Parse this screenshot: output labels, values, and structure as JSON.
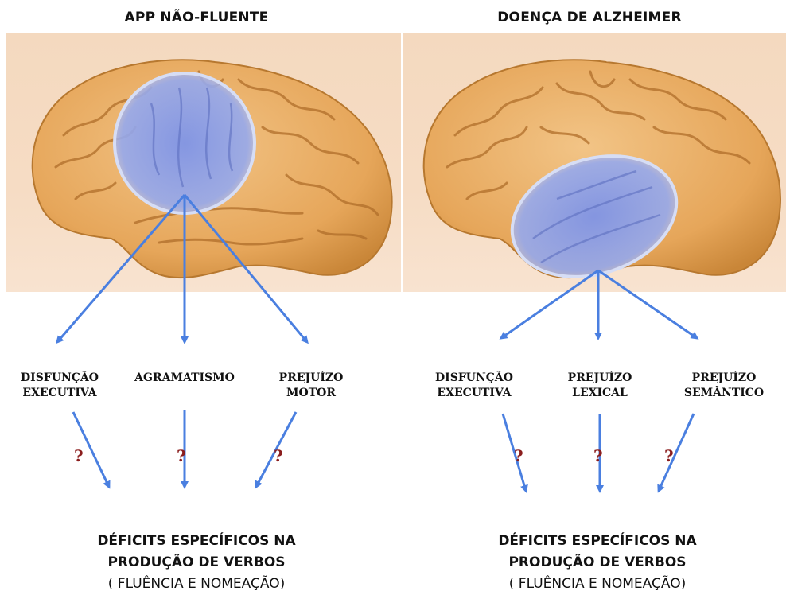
{
  "left": {
    "title": "APP NÃO-FLUENTE",
    "labels": [
      "DISFUNÇÃO\nEXECUTIVA",
      "AGRAMATISMO",
      "PREJUÍZO\nMOTOR"
    ],
    "outcome": {
      "line1": "DÉFICITS ESPECÍFICOS NA",
      "line2": "PRODUÇÃO DE VERBOS",
      "line3": "( FLUÊNCIA E NOMEAÇÃO)"
    }
  },
  "right": {
    "title": "DOENÇA DE ALZHEIMER",
    "labels": [
      "DISFUNÇÃO\nEXECUTIVA",
      "PREJUÍZO\nLEXICAL",
      "PREJUÍZO\nSEMÂNTICO"
    ],
    "outcome": {
      "line1": "DÉFICITS ESPECÍFICOS NA",
      "line2": "PRODUÇÃO DE VERBOS",
      "line3": "( FLUÊNCIA E NOMEAÇÃO)"
    }
  },
  "question_mark": "?",
  "colors": {
    "arrow": "#4a7fe0",
    "highlight": "#8fa6ea",
    "brain": "#e7ad62",
    "question": "#8b1e1e"
  }
}
